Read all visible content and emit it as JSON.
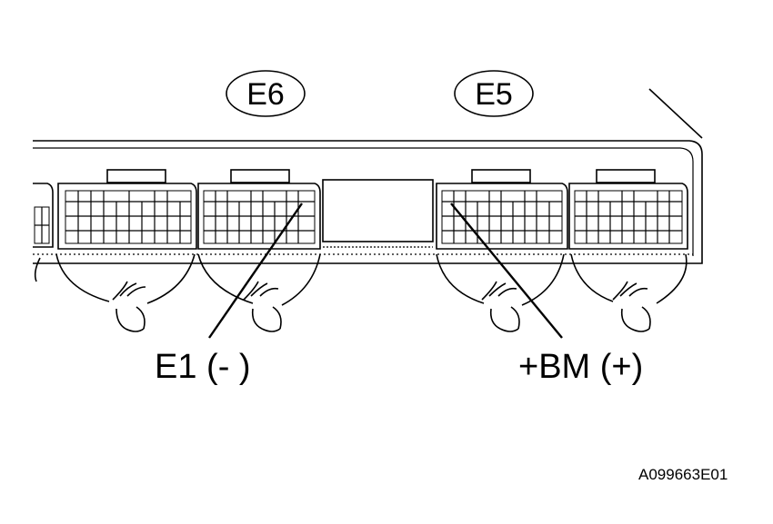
{
  "diagram": {
    "connector_left_label": "E6",
    "connector_right_label": "E5",
    "pin_left_label": "E1 (- )",
    "pin_right_label": "+BM (+)",
    "reference_code": "A099663E01"
  },
  "colors": {
    "line": "#000000",
    "background": "#ffffff"
  }
}
